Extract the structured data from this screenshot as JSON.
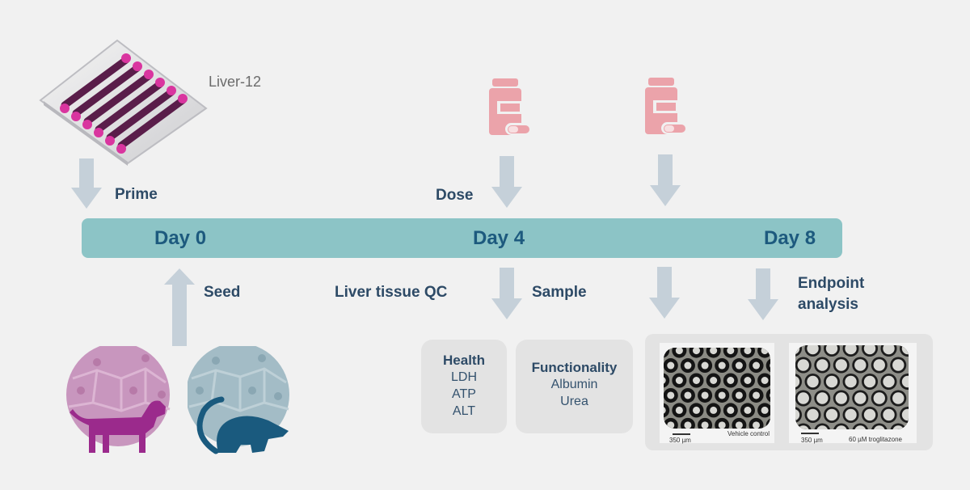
{
  "device": {
    "name": "Liver-12",
    "icon": "organ-chip-plate-image"
  },
  "timeline": {
    "days": [
      "Day 0",
      "Day 4",
      "Day 8"
    ],
    "color": "#8cc4c6",
    "text_color": "#1d5a7e"
  },
  "steps": {
    "prime": "Prime",
    "dose": "Dose",
    "seed": "Seed",
    "qc": "Liver tissue QC",
    "sample": "Sample",
    "endpoint": [
      "Endpoint",
      "analysis"
    ]
  },
  "drug_icon_color": "#eba3aa",
  "arrow_color": "#c5d0d9",
  "species": [
    {
      "name": "dog",
      "color": "#9b2a8c",
      "circle_color": "#c896be"
    },
    {
      "name": "rat",
      "color": "#1a5a7e",
      "circle_color": "#a3bcc6"
    }
  ],
  "cards": {
    "health": {
      "title": "Health",
      "items": [
        "LDH",
        "ATP",
        "ALT"
      ]
    },
    "functionality": {
      "title": "Functionality",
      "items": [
        "Albumin",
        "Urea"
      ]
    }
  },
  "micrographs": [
    {
      "scale": "350 µm",
      "caption": "Vehicle control"
    },
    {
      "scale": "350 µm",
      "caption": "60 µM troglitazone"
    }
  ]
}
